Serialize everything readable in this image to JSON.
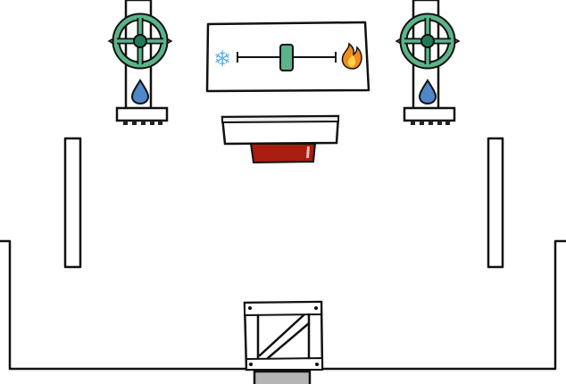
{
  "game": {
    "temperature_control": {
      "cold_symbol": "❄",
      "hot_symbol": "🔥",
      "level": 0.5
    },
    "pipes": [
      {
        "side": "left",
        "valve": "valve-wheel-icon",
        "drop": "water-drop-icon"
      },
      {
        "side": "right",
        "valve": "valve-wheel-icon",
        "drop": "water-drop-icon"
      }
    ],
    "colors": {
      "valve_green": "#5bb38a",
      "valve_dark": "#1f7a55",
      "valve_arrow": "#d23b2a",
      "water_drop": "#4f87c8",
      "cold_blue": "#6ab0e6",
      "flame_orange": "#f28a1e",
      "button_red": "#a81d10",
      "drain_gray": "#b5b5b5"
    }
  }
}
